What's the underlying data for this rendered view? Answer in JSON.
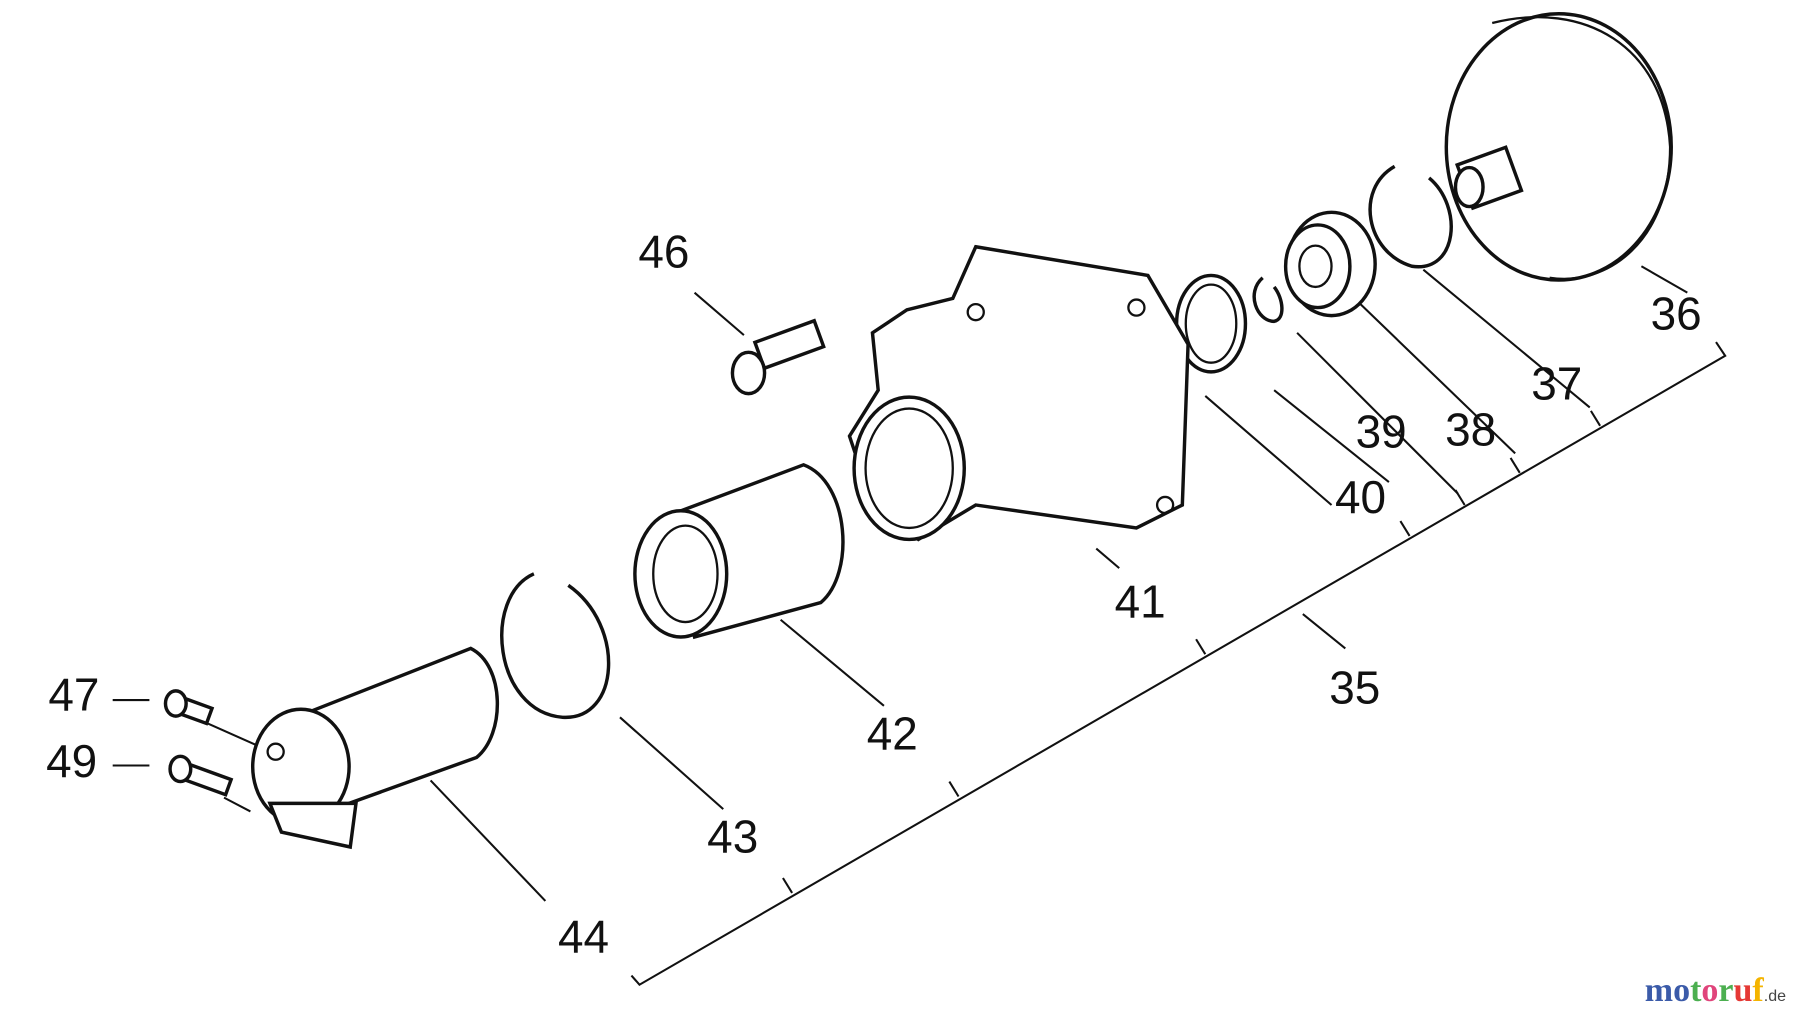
{
  "diagram": {
    "type": "exploded parts diagram",
    "callouts": {
      "p35": "35",
      "p36": "36",
      "p37": "37",
      "p38": "38",
      "p39": "39",
      "p40": "40",
      "p41": "41",
      "p42": "42",
      "p43": "43",
      "p44": "44",
      "p46": "46",
      "p47": "47",
      "p49": "49"
    }
  },
  "watermark": {
    "text": "motoruf",
    "suffix": ".de",
    "letter_colors": [
      "#3b5ba9",
      "#3b5ba9",
      "#4caf50",
      "#e0457b",
      "#4caf50",
      "#e53935",
      "#f4b400"
    ]
  }
}
